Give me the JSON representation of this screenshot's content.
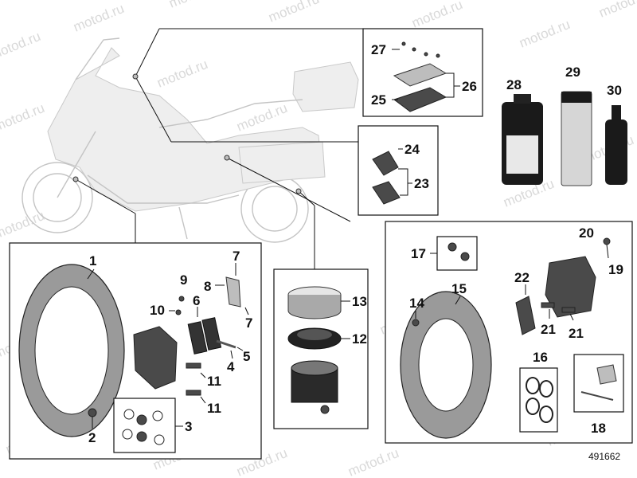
{
  "watermark": "motod.ru",
  "reference_number": "491662",
  "callouts": {
    "c1": "1",
    "c2": "2",
    "c3": "3",
    "c4": "4",
    "c5": "5",
    "c6": "6",
    "c7a": "7",
    "c7b": "7",
    "c8": "8",
    "c9": "9",
    "c10": "10",
    "c11a": "11",
    "c11b": "11",
    "c12": "12",
    "c13": "13",
    "c14": "14",
    "c15": "15",
    "c16": "16",
    "c17": "17",
    "c18": "18",
    "c19": "19",
    "c20": "20",
    "c21a": "21",
    "c21b": "21",
    "c22": "22",
    "c23": "23",
    "c24": "24",
    "c25": "25",
    "c26": "26",
    "c27": "27",
    "c28": "28",
    "c29": "29",
    "c30": "30"
  }
}
